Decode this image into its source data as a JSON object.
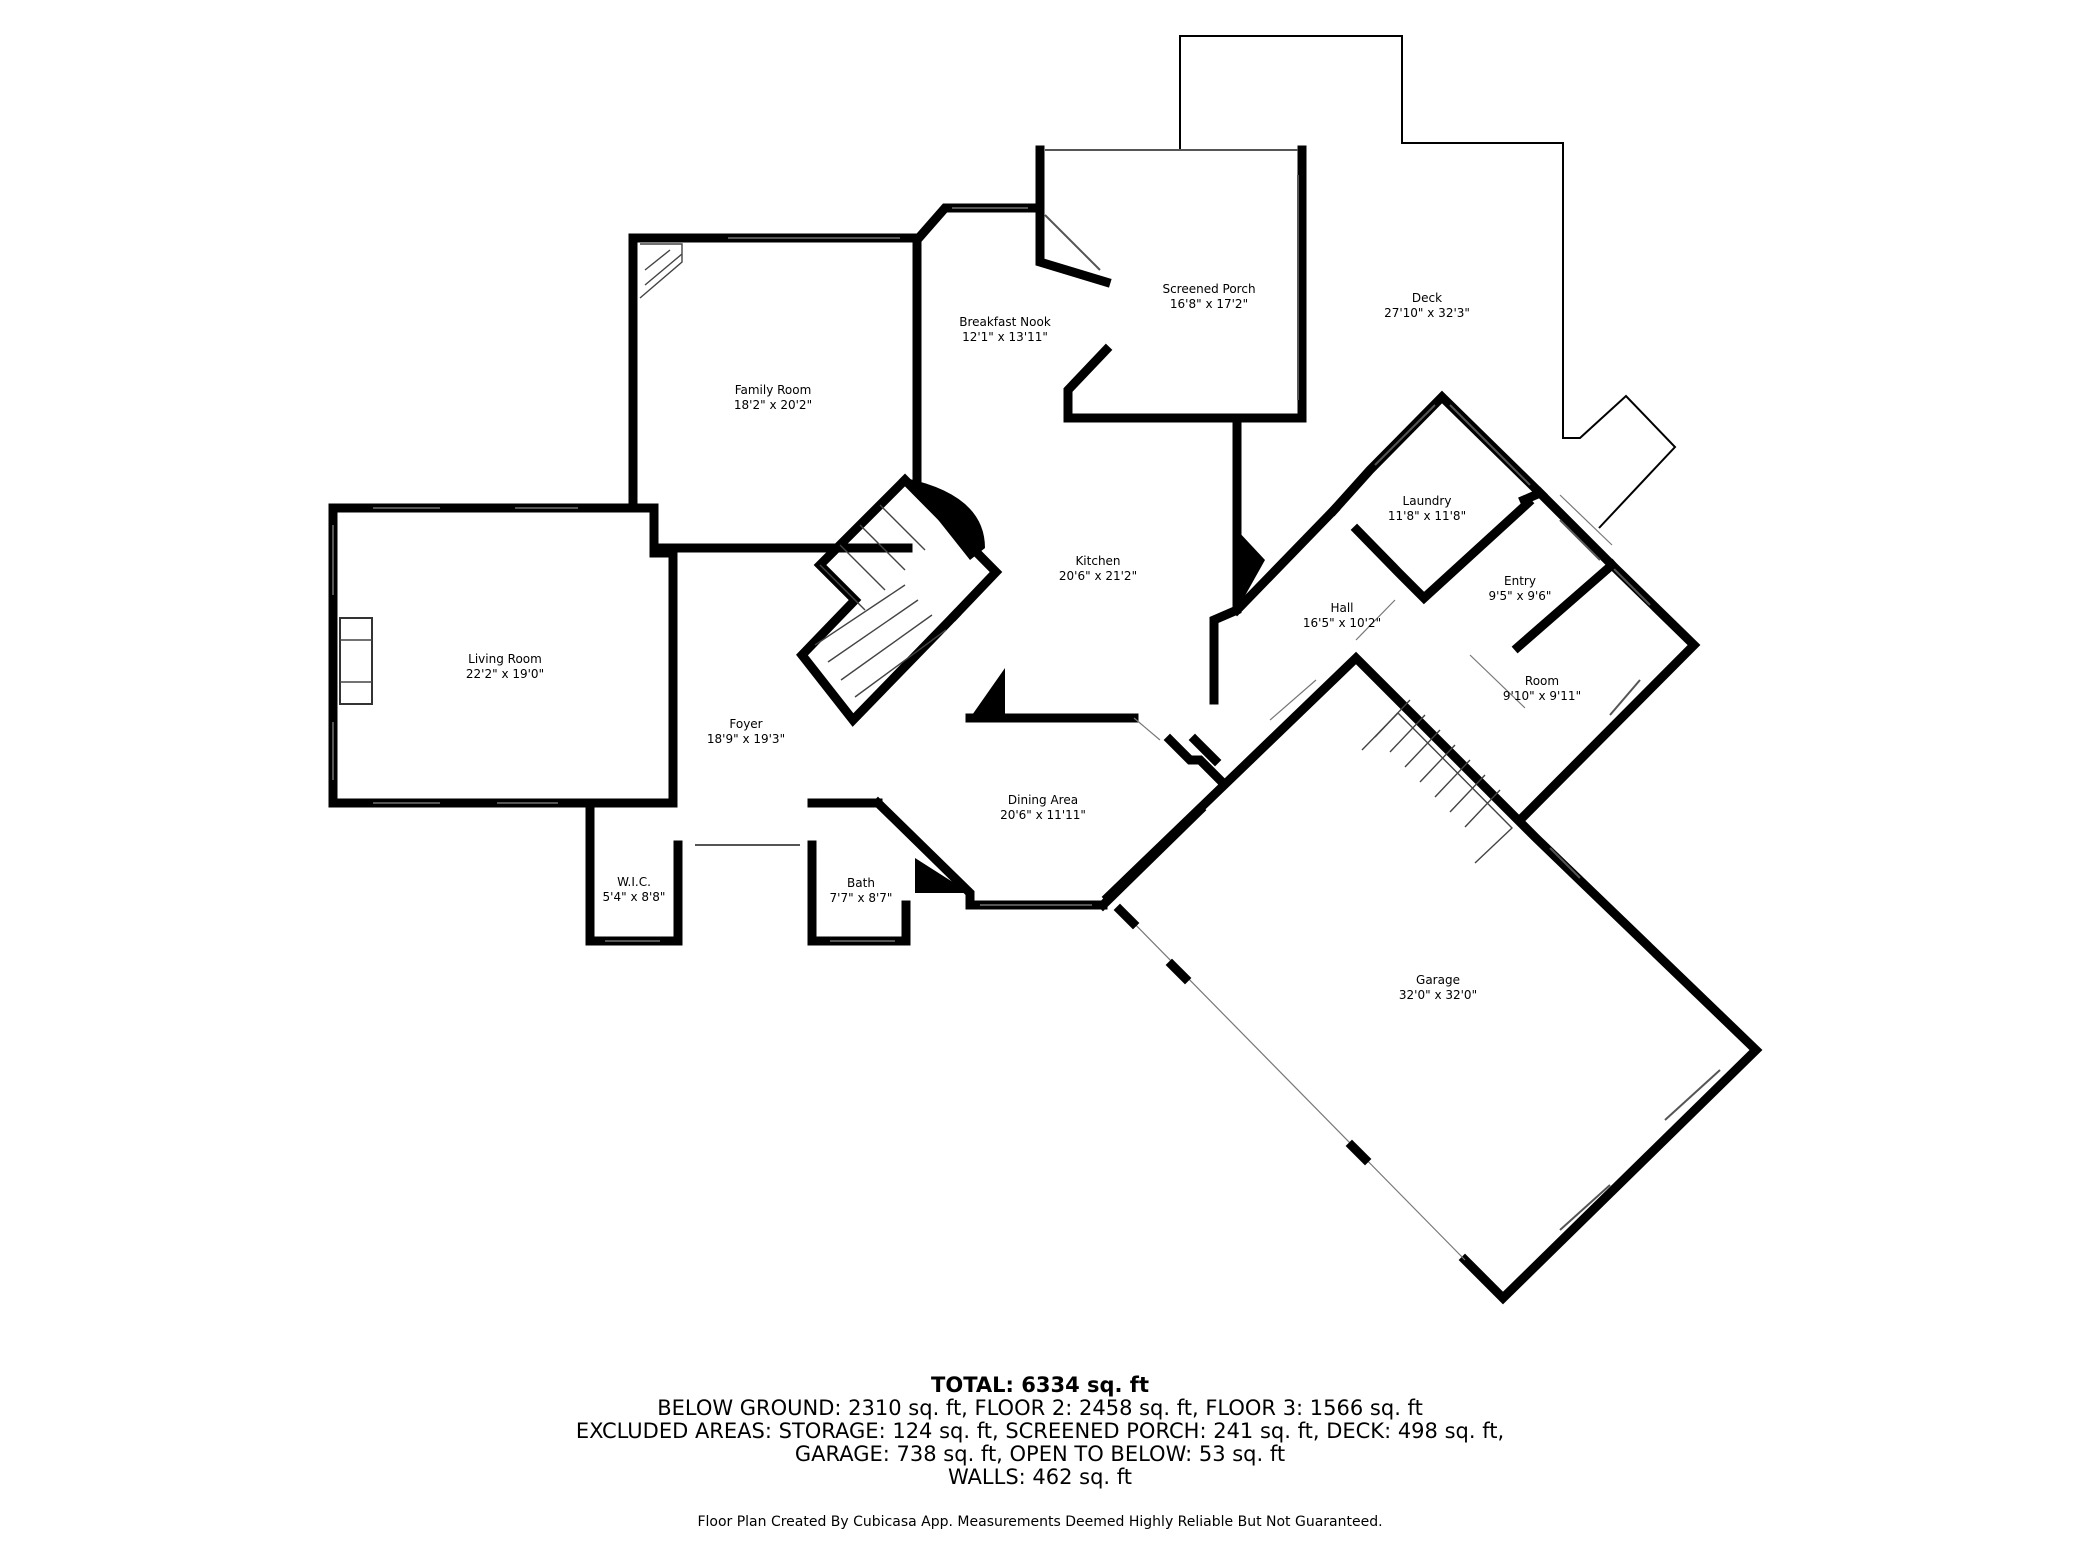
{
  "rooms": {
    "screened_porch": {
      "name": "Screened Porch",
      "dim": "16'8\" x 17'2\""
    },
    "deck": {
      "name": "Deck",
      "dim": "27'10\" x 32'3\""
    },
    "breakfast_nook": {
      "name": "Breakfast Nook",
      "dim": "12'1\" x 13'11\""
    },
    "family_room": {
      "name": "Family Room",
      "dim": "18'2\" x 20'2\""
    },
    "laundry": {
      "name": "Laundry",
      "dim": "11'8\" x 11'8\""
    },
    "kitchen": {
      "name": "Kitchen",
      "dim": "20'6\" x 21'2\""
    },
    "entry": {
      "name": "Entry",
      "dim": "9'5\" x 9'6\""
    },
    "hall": {
      "name": "Hall",
      "dim": "16'5\" x 10'2\""
    },
    "living_room": {
      "name": "Living Room",
      "dim": "22'2\" x 19'0\""
    },
    "room": {
      "name": "Room",
      "dim": "9'10\" x 9'11\""
    },
    "foyer": {
      "name": "Foyer",
      "dim": "18'9\" x 19'3\""
    },
    "dining_area": {
      "name": "Dining Area",
      "dim": "20'6\" x 11'11\""
    },
    "wic": {
      "name": "W.I.C.",
      "dim": "5'4\" x 8'8\""
    },
    "bath": {
      "name": "Bath",
      "dim": "7'7\" x 8'7\""
    },
    "garage": {
      "name": "Garage",
      "dim": "32'0\" x 32'0\""
    }
  },
  "summary": {
    "total": "TOTAL: 6334 sq. ft",
    "line1": "BELOW GROUND: 2310 sq. ft, FLOOR 2: 2458 sq. ft, FLOOR 3: 1566 sq. ft",
    "line2": "EXCLUDED AREAS: STORAGE: 124 sq. ft, SCREENED PORCH: 241 sq. ft, DECK: 498 sq. ft,",
    "line3": "GARAGE: 738 sq. ft, OPEN TO BELOW: 53 sq. ft",
    "line4": "WALLS: 462 sq. ft"
  },
  "disclaimer": "Floor Plan Created By Cubicasa App. Measurements Deemed Highly Reliable But Not Guaranteed."
}
